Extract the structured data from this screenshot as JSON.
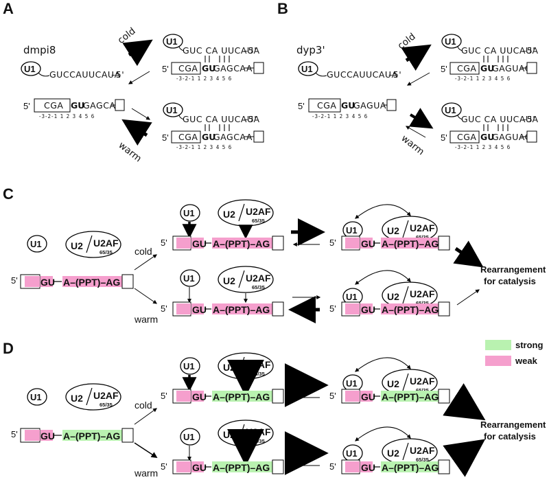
{
  "panels": {
    "A": "A",
    "B": "B",
    "C": "C",
    "D": "D"
  },
  "ab": {
    "A_name": "dmpi8",
    "B_name": "dyp3'",
    "u1": "U1",
    "u1_free_seq": "GUCCAUUCAUA",
    "u1_bound_seq": "GUC CA UUCAUA",
    "five_end": "5'",
    "dash5": "–5'",
    "box_seq": "CGA",
    "gu": "GU",
    "A_tail": "GAGCAA",
    "B_tail": "GAGUAC",
    "positions": "-3-2-1  1 2 3 4 5 6",
    "cold": "cold",
    "warm": "warm"
  },
  "cd": {
    "u1": "U1",
    "u2": "U2",
    "u2af": "U2AF",
    "u2af_sub": "65/35",
    "gu": "GU",
    "a_ppt": "A–(PPT)–AG",
    "five": "5'",
    "cold": "cold",
    "warm": "warm",
    "rearr_1": "Rearrangement",
    "rearr_2": "for catalysis"
  },
  "legend": {
    "strong": "strong",
    "weak": "weak",
    "strong_color": "#b9f2b0",
    "weak_color": "#f59fcd"
  }
}
